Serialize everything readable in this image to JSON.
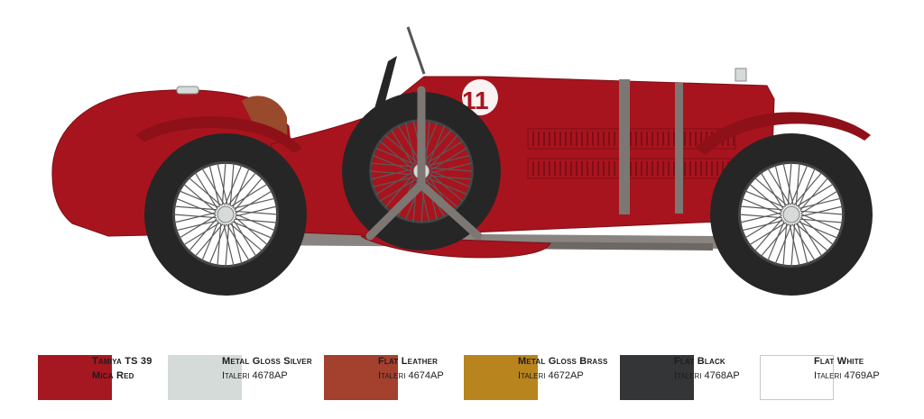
{
  "illustration": {
    "subject": "vintage red racing car side view",
    "race_number": "11",
    "colors": {
      "body": "#a8141e",
      "body_shadow": "#7d0e16",
      "tyre": "#262626",
      "spoke": "#5a5a5a",
      "strap": "#7d7773",
      "chassis": "#8a8480",
      "leather": "#9a4a2c"
    }
  },
  "palette": [
    {
      "line1": "Tamiya TS 39",
      "line2": "Mica Red",
      "color": "#a51821"
    },
    {
      "line1": "Metal Gloss Silver",
      "line2": "Italeri 4678AP",
      "color": "#d5dbd8"
    },
    {
      "line1": "Flat Leather",
      "line2": "Italeri 4674AP",
      "color": "#a4402e"
    },
    {
      "line1": "Metal Gloss Brass",
      "line2": "Italeri 4672AP",
      "color": "#b8841e"
    },
    {
      "line1": "Flat Black",
      "line2": "Italeri 4768AP",
      "color": "#343537"
    },
    {
      "line1": "Flat White",
      "line2": "Italeri 4769AP",
      "color": "#ffffff"
    }
  ]
}
